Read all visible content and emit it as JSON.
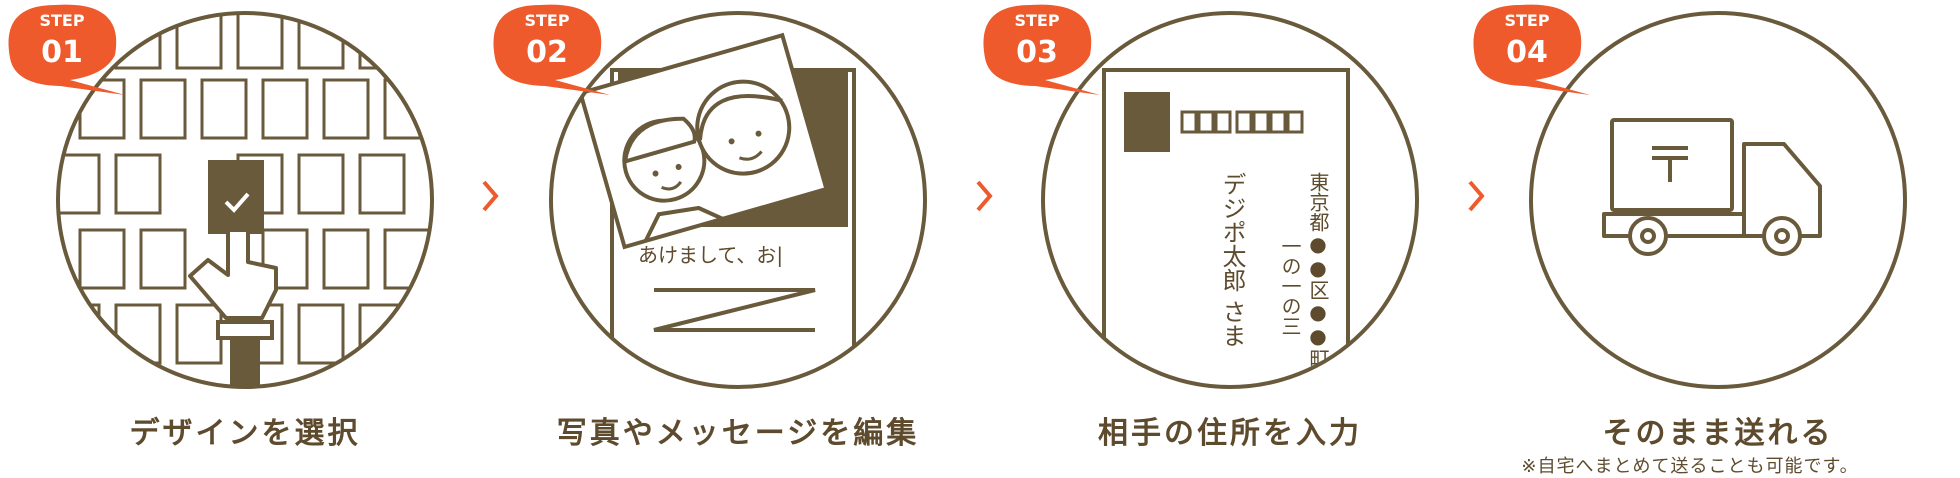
{
  "colors": {
    "brown": "#6a5a3c",
    "ink": "#5e4b2e",
    "accent": "#ee5a2b"
  },
  "steps": [
    {
      "badge_label": "STEP",
      "badge_num": "01",
      "caption": "デザインを選択"
    },
    {
      "badge_label": "STEP",
      "badge_num": "02",
      "caption": "写真やメッセージを編集",
      "message_text": "あけまして、お|"
    },
    {
      "badge_label": "STEP",
      "badge_num": "03",
      "caption": "相手の住所を入力",
      "postcard": {
        "address_line1": "東京都●●区●●町",
        "address_line2": "一の一の三",
        "recipient": "デジポ太郎 さま"
      }
    },
    {
      "badge_label": "STEP",
      "badge_num": "04",
      "caption": "そのまま送れる",
      "note": "※自宅へまとめて送ることも可能です。"
    }
  ],
  "icons": {
    "arrow": "chevron-right-icon",
    "check": "check-icon",
    "hand": "pointing-hand-icon",
    "truck": "delivery-truck-icon",
    "postal": "postal-mark-icon"
  }
}
